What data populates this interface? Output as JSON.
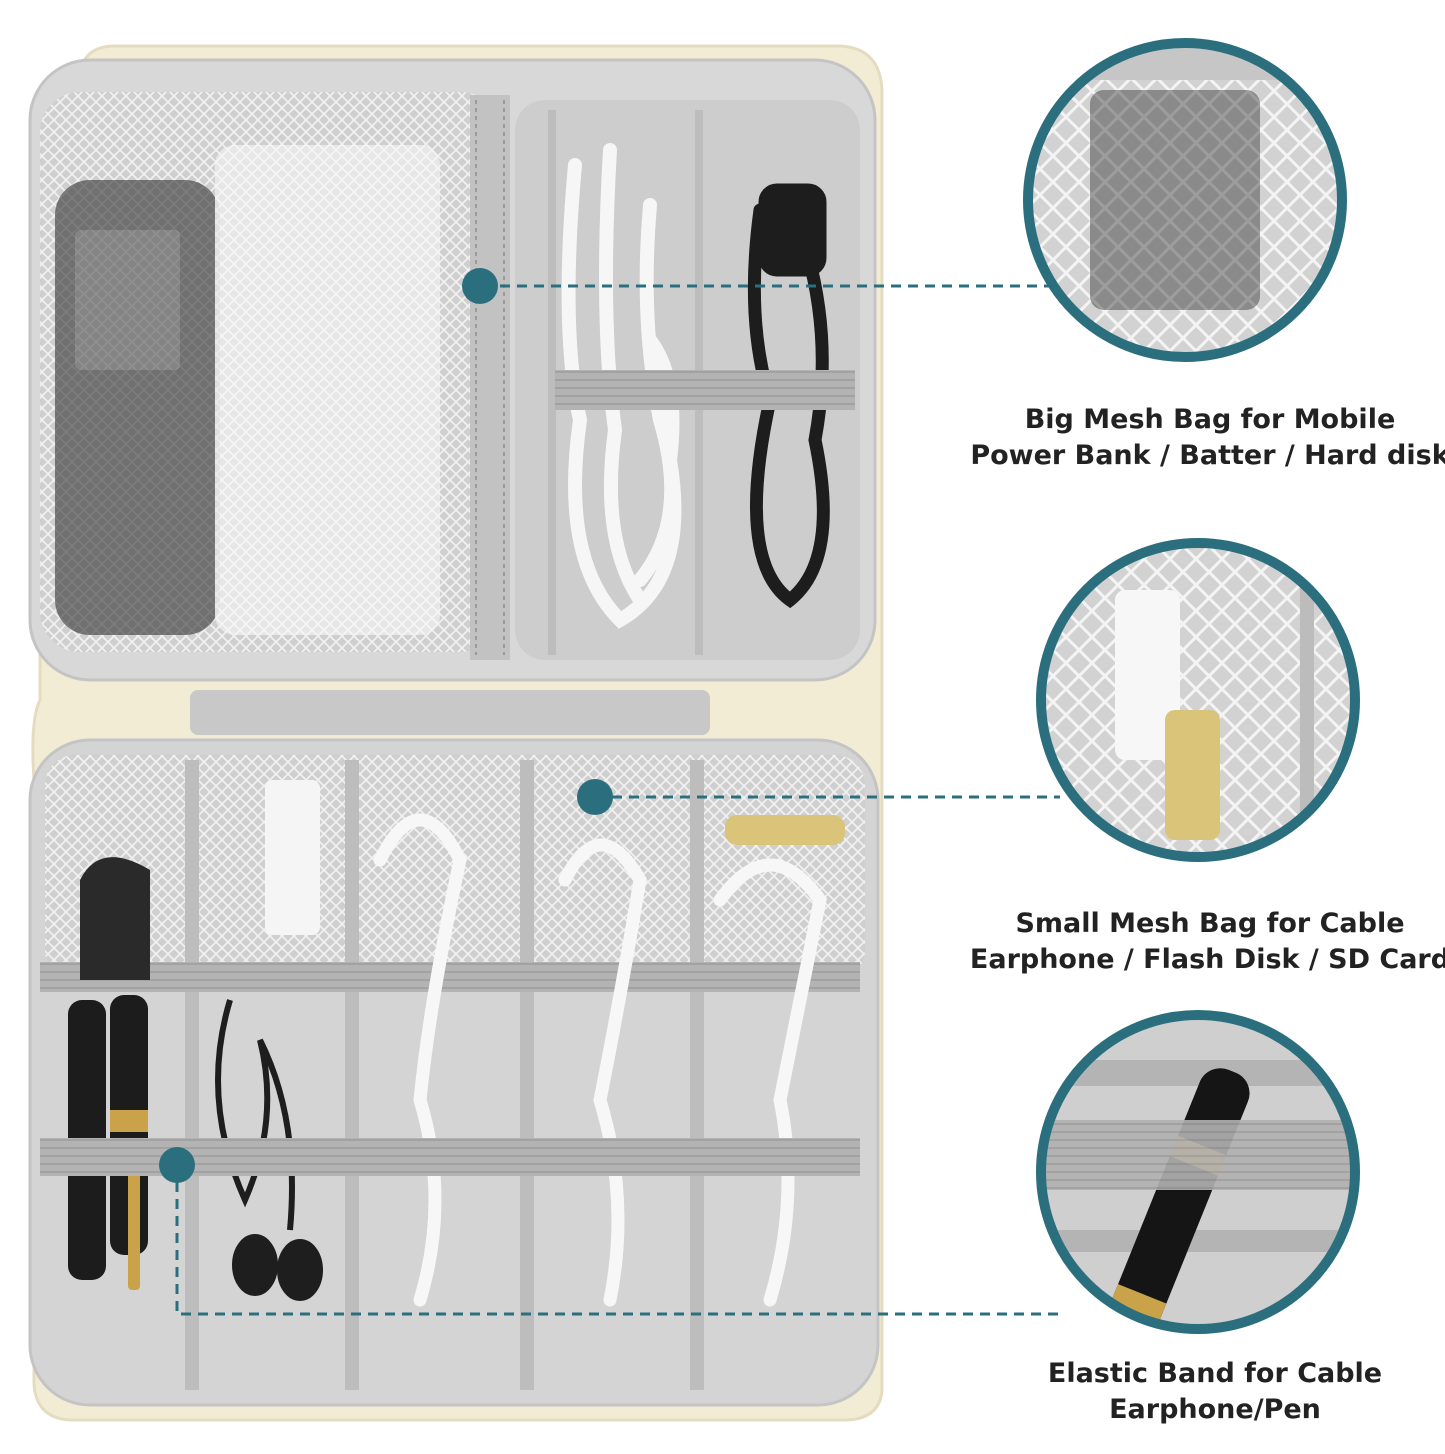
{
  "colors": {
    "accent": "#2b6f7e",
    "lining": "#d4d4d4",
    "mesh": "#bcbcbc",
    "zipper": "#f3ecd5",
    "band": "#aaaaaa"
  },
  "callouts": [
    {
      "lines": [
        "Big Mesh Bag for Mobile",
        "Power Bank / Batter / Hard disk"
      ]
    },
    {
      "lines": [
        "Small Mesh Bag for Cable",
        "Earphone / Flash Disk / SD Card"
      ]
    },
    {
      "lines": [
        "Elastic Band for Cable",
        "Earphone/Pen"
      ]
    }
  ],
  "icons": {
    "marker": "dot-marker-icon",
    "leader": "dashed-leader-line",
    "zoom": "zoom-circle"
  }
}
